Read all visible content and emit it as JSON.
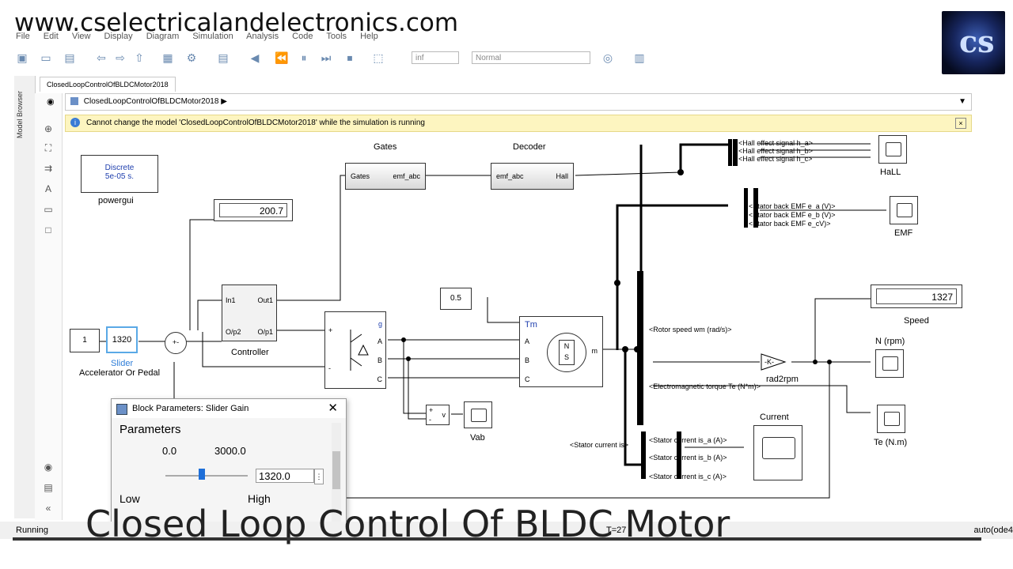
{
  "window": {
    "title": "ClosedLoopControlOfBLDCMotor2018 - Simulink"
  },
  "watermark": "www.cselectricalandelectronics.com",
  "menu": [
    "File",
    "Edit",
    "View",
    "Display",
    "Diagram",
    "Simulation",
    "Analysis",
    "Code",
    "Tools",
    "Help"
  ],
  "toolbar": {
    "stop_time": "inf",
    "mode": "Normal"
  },
  "side_panel": {
    "label": "Model Browser"
  },
  "tab": {
    "label": "ClosedLoopControlOfBLDCMotor2018"
  },
  "breadcrumb": {
    "model": "ClosedLoopControlOfBLDCMotor2018"
  },
  "info_banner": {
    "text": "Cannot change the model 'ClosedLoopControlOfBLDCMotor2018' while the simulation is running"
  },
  "blocks": {
    "powergui": {
      "line1": "Discrete",
      "line2": "5e-05 s.",
      "name": "powergui"
    },
    "display_200": {
      "value": "200.7"
    },
    "gates": {
      "name": "Gates",
      "in": "Gates",
      "out": "emf_abc"
    },
    "decoder": {
      "name": "Decoder",
      "in": "emf_abc",
      "out": "Hall"
    },
    "hall_sel": {
      "items": [
        "<Hall effect signal h_a>",
        "<Hall effect signal h_b>",
        "<Hall effect signal h_c>"
      ]
    },
    "hall_scope": {
      "name": "HaLL"
    },
    "emf_sel": {
      "items": [
        "<Stator back EMF e_a (V)>",
        "<Stator back EMF e_b (V)>",
        "<Stator back EMF e_cV)>"
      ]
    },
    "emf_scope": {
      "name": "EMF"
    },
    "constant_05": {
      "value": "0.5"
    },
    "constant_1": {
      "value": "1"
    },
    "slider": {
      "value": "1320",
      "name": "Slider",
      "sub": "Accelerator Or Pedal"
    },
    "sum_signs": "+-",
    "controller": {
      "name": "Controller",
      "in1": "In1",
      "in2": "O/p2",
      "out1": "Out1",
      "out2": "O/p1"
    },
    "inverter": {
      "g": "g",
      "a": "A",
      "b": "B",
      "c": "C",
      "plus": "+",
      "minus": "-"
    },
    "motor": {
      "tm": "Tm",
      "a": "A",
      "b": "B",
      "c": "C",
      "m": "m",
      "n": "N",
      "s": "S"
    },
    "bus_labels": {
      "speed": "<Rotor speed wm (rad/s)>",
      "torque": "<Electromagnetic torque Te (N*m)>"
    },
    "speed_display": {
      "value": "1327",
      "name": "Speed"
    },
    "gain": {
      "name": "rad2rpm",
      "sign": "-K-"
    },
    "n_scope": {
      "name": "N (rpm)"
    },
    "te_scope": {
      "name": "Te (N.m)"
    },
    "vm": {
      "plus": "+",
      "minus": "-",
      "v": "v"
    },
    "vab_scope": {
      "name": "Vab"
    },
    "current": {
      "name": "Current",
      "label": "<Stator current is>",
      "items": [
        "<Stator current is_a (A)>",
        "<Stator current is_b (A)>",
        "<Stator current is_c (A)>"
      ]
    }
  },
  "dialog": {
    "title": "Block Parameters: Slider Gain",
    "section": "Parameters",
    "min": "0.0",
    "max": "3000.0",
    "value": "1320.0",
    "low": "Low",
    "high": "High",
    "slider_fraction": 0.44
  },
  "status": {
    "left": "Running",
    "time": "T=27",
    "right": "auto(ode4"
  },
  "caption": "Closed Loop Control Of BLDC Motor"
}
